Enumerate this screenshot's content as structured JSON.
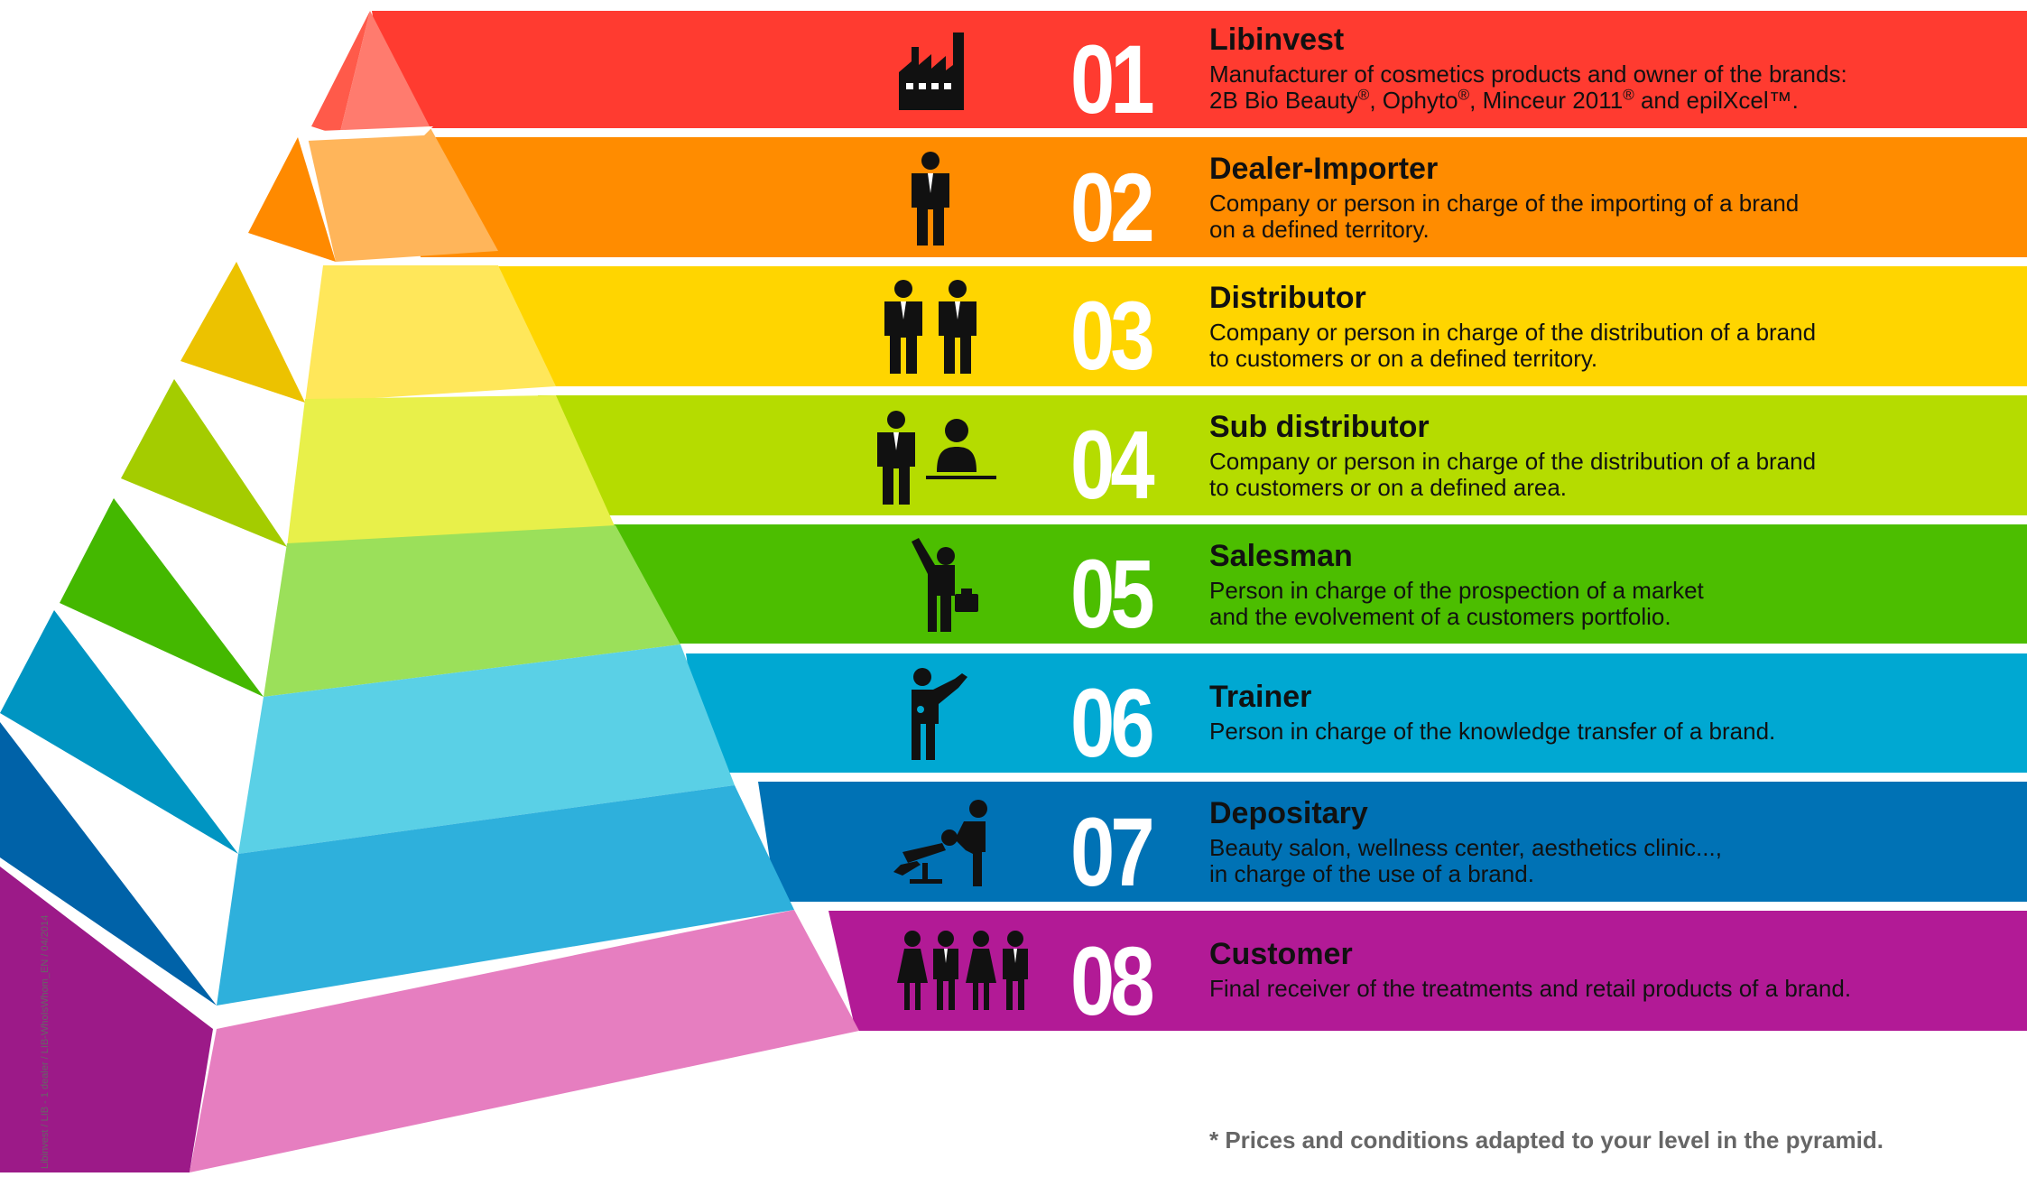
{
  "levels": [
    {
      "number": "01",
      "title": "Libinvest",
      "icon": "factory-icon",
      "band_color": "#ff3b30",
      "left_color": "#ff5a4a",
      "face_color": "#ff7b6e"
    },
    {
      "number": "02",
      "title": "Dealer-Importer",
      "icon": "businessman-icon",
      "band_color": "#ff8c00",
      "left_color": "#ff8a00",
      "face_color": "#ffb55a"
    },
    {
      "number": "03",
      "title": "Distributor",
      "icon": "two-businessmen-icon",
      "band_color": "#ffd500",
      "left_color": "#ecc200",
      "face_color": "#ffe75a"
    },
    {
      "number": "04",
      "title": "Sub distributor",
      "icon": "businessman-and-desk-worker-icon",
      "band_color": "#b5dc00",
      "left_color": "#a4cc00",
      "face_color": "#e8f04a"
    },
    {
      "number": "05",
      "title": "Salesman",
      "icon": "salesman-with-briefcase-icon",
      "band_color": "#4cbe00",
      "left_color": "#44b800",
      "face_color": "#9be05a"
    },
    {
      "number": "06",
      "title": "Trainer",
      "icon": "presenter-icon",
      "band_color": "#00a8d2",
      "left_color": "#0095c2",
      "face_color": "#5ad0e6"
    },
    {
      "number": "07",
      "title": "Depositary",
      "icon": "beauty-salon-chair-icon",
      "band_color": "#0072b5",
      "left_color": "#0062a8",
      "face_color": "#2eb0dc"
    },
    {
      "number": "08",
      "title": "Customer",
      "icon": "customers-group-icon",
      "band_color": "#b21a96",
      "left_color": "#9c1a88",
      "face_color": "#e67ec0"
    }
  ],
  "descriptions": {
    "l1_line1": "Manufacturer of cosmetics products and owner of the brands:",
    "l1_line2_part1": "2B Bio Beauty",
    "l1_line2_part2": ", Ophyto",
    "l1_line2_part3": ", Minceur 2011",
    "l1_line2_part4": " and epilXcel™.",
    "registered_mark": "®",
    "l2_line1": "Company or person in charge of the importing of a brand",
    "l2_line2": "on a defined territory.",
    "l3_line1": "Company or person in charge of the distribution of a brand",
    "l3_line2": "to customers or on a defined territory.",
    "l4_line1": "Company or person in charge of the distribution of a brand",
    "l4_line2": "to customers or on a defined area.",
    "l5_line1": "Person in charge of the prospection of a market",
    "l5_line2": "and the evolvement of a customers portfolio.",
    "l6_line1": "Person in charge of the knowledge transfer of a brand.",
    "l7_line1": "Beauty salon, wellness center, aesthetics clinic...,",
    "l7_line2": "in charge of the use of a brand.",
    "l8_line1": "Final receiver of the treatments and retail products of a brand."
  },
  "footnote": "* Prices and conditions adapted to your level in the pyramid.",
  "side_reference": "Libinvest / LIB - 1 dealer / LIB-WhoIsWhom_EN / 04/2014"
}
